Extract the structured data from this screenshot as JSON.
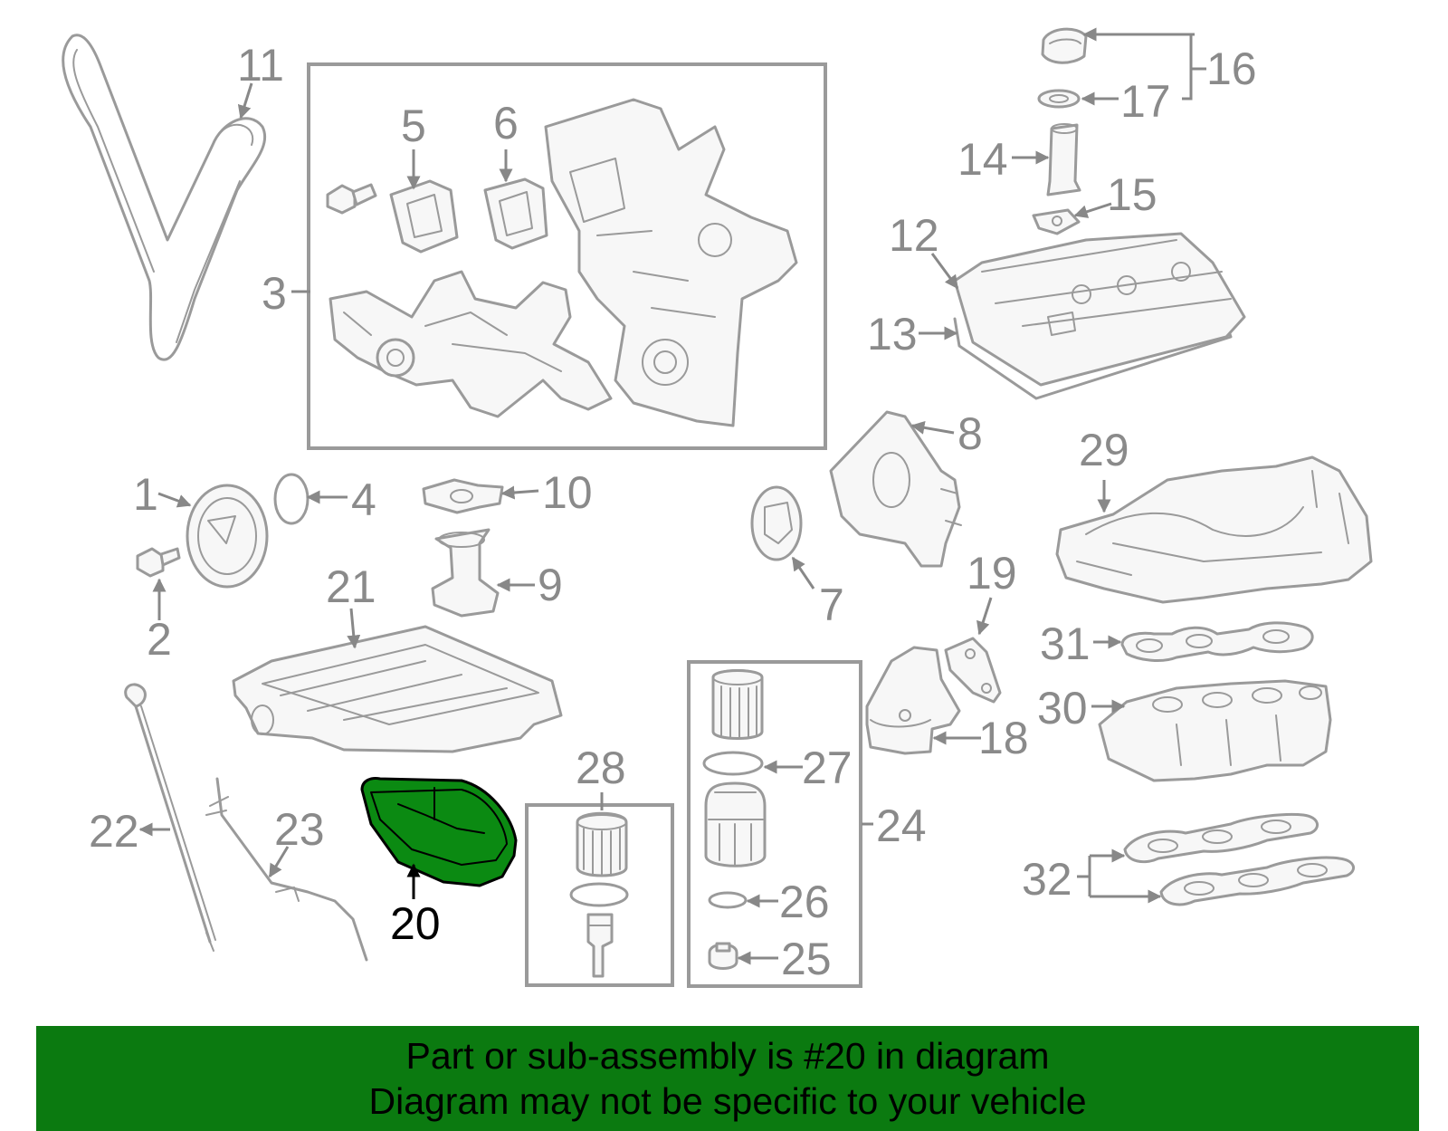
{
  "callouts": {
    "c1": "1",
    "c2": "2",
    "c3": "3",
    "c4": "4",
    "c5": "5",
    "c6": "6",
    "c7": "7",
    "c8": "8",
    "c9": "9",
    "c10": "10",
    "c11": "11",
    "c12": "12",
    "c13": "13",
    "c14": "14",
    "c15": "15",
    "c16": "16",
    "c17": "17",
    "c18": "18",
    "c19": "19",
    "c20": "20",
    "c21": "21",
    "c22": "22",
    "c23": "23",
    "c24": "24",
    "c25": "25",
    "c26": "26",
    "c27": "27",
    "c28": "28",
    "c29": "29",
    "c30": "30",
    "c31": "31",
    "c32": "32"
  },
  "highlighted_part": "20",
  "colors": {
    "highlight_fill": "#0b8a12",
    "banner_background": "#0b7a10",
    "part_outline": "#9a9a9a"
  },
  "banner": {
    "line1": "Part or sub-assembly is #20 in diagram",
    "line2": "Diagram may not be specific to your vehicle"
  }
}
